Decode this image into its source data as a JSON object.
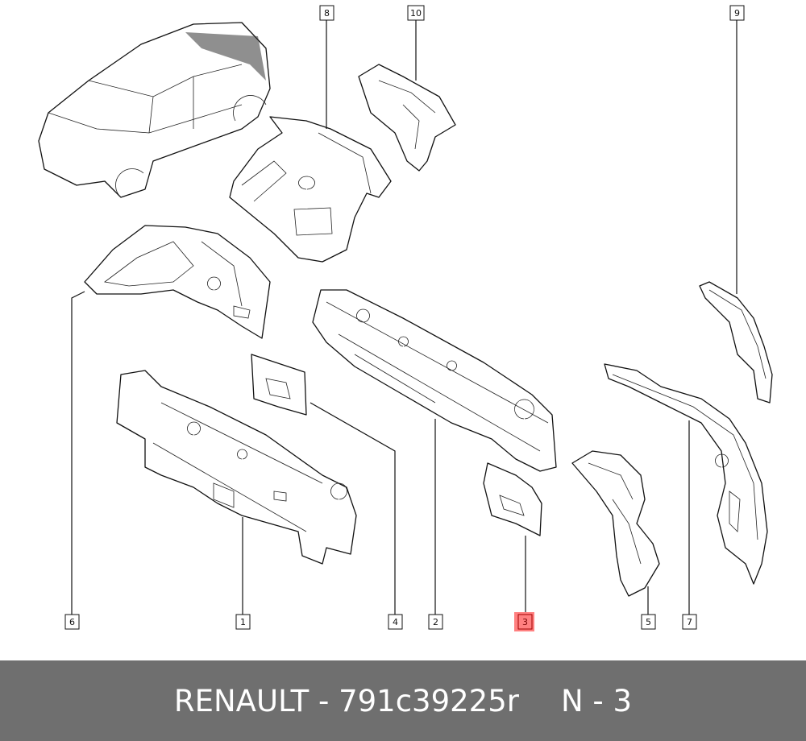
{
  "callouts": {
    "c1": "1",
    "c2": "2",
    "c3": "3",
    "c4": "4",
    "c5": "5",
    "c6": "6",
    "c7": "7",
    "c8": "8",
    "c9": "9",
    "c10": "10"
  },
  "highlighted_callout": "3",
  "colors": {
    "highlight": "#ff8080",
    "footer_bg": "#6f6f6f",
    "footer_text": "#ffffff"
  },
  "footer": {
    "brand": "RENAULT",
    "separator": " - ",
    "part_number": "791c39225r",
    "position_label": "N - 3"
  }
}
